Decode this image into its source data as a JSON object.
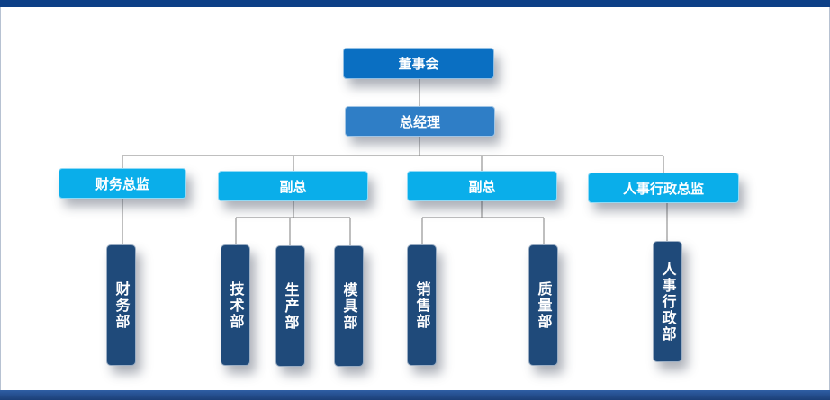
{
  "org_chart": {
    "board": "董事会",
    "general_manager": "总经理",
    "level2": {
      "finance_director": "财务总监",
      "vp_left": "副总",
      "vp_right": "副总",
      "hr_director": "人事行政总监"
    },
    "departments": {
      "finance": "财务部",
      "technology": "技术部",
      "production": "生产部",
      "mold": "模具部",
      "sales": "销售部",
      "quality": "质量部",
      "hr_admin": "人事行政部"
    }
  },
  "colors": {
    "board": "#0a6fc2",
    "general_manager": "#2f7ec6",
    "level2": "#0aaeea",
    "department": "#1f4a7a",
    "top_bar": "#0d3f86",
    "connector": "#7f7f7f"
  }
}
